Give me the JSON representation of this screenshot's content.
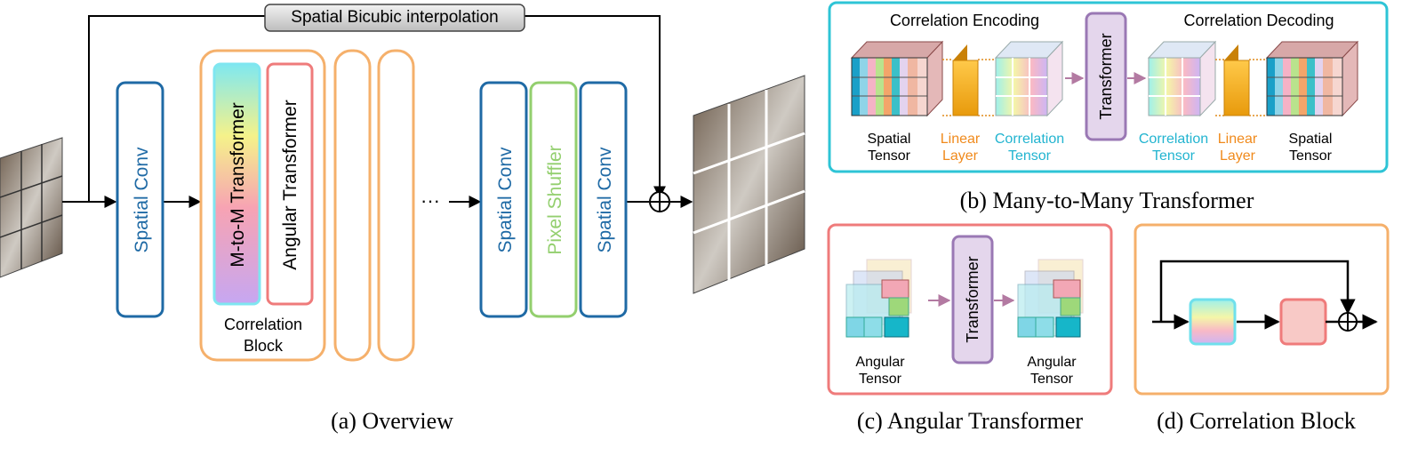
{
  "overview": {
    "interp_label": "Spatial Bicubic interpolation",
    "spatial_conv_1": "Spatial Conv",
    "mtom_label": "M-to-M Transformer",
    "angular_label": "Angular Transformer",
    "corr_block_line1": "Correlation",
    "corr_block_line2": "Block",
    "ellipsis": "···",
    "spatial_conv_2": "Spatial Conv",
    "pixel_shuffler": "Pixel Shuffler",
    "spatial_conv_3": "Spatial Conv",
    "caption": "(a) Overview"
  },
  "mtom": {
    "encoding_title": "Correlation Encoding",
    "decoding_title": "Correlation Decoding",
    "transformer_label": "Transformer",
    "spatial_tensor_1": "Spatial",
    "spatial_tensor_2": "Tensor",
    "linear_layer_1": "Linear",
    "linear_layer_2": "Layer",
    "corr_tensor_1": "Correlation",
    "corr_tensor_2": "Tensor",
    "caption": "(b) Many-to-Many Transformer"
  },
  "angular": {
    "tensor_1": "Angular",
    "tensor_2": "Tensor",
    "transformer_label": "Transformer",
    "caption": "(c) Angular Transformer"
  },
  "corrblock": {
    "caption": "(d) Correlation Block"
  },
  "colors": {
    "blue": "#1f6aa5",
    "orange": "#f5b06b",
    "red": "#ef7b7b",
    "green": "#93cf6e",
    "cyan": "#2ec4d6",
    "purple": "#9a78b4",
    "orange_text": "#f08a1c",
    "cyan_text": "#22b4d0"
  }
}
